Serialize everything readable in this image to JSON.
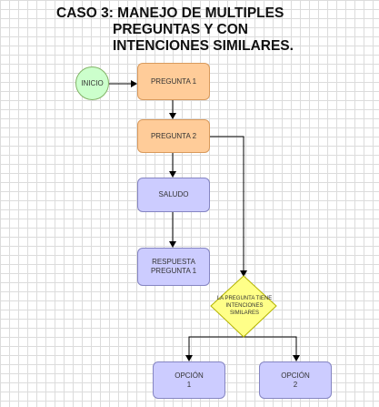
{
  "title": {
    "line1": "CASO 3: MANEJO DE MULTIPLES",
    "line2": "PREGUNTAS  Y CON",
    "line3": "INTENCIONES SIMILARES."
  },
  "nodes": {
    "start": "INICIO",
    "question1": "PREGUNTA 1",
    "question2": "PREGUNTA 2",
    "greeting": "SALUDO",
    "answer1_line1": "RESPUESTA",
    "answer1_line2": "PREGUNTA 1",
    "decision": "LA PREGUNTA TIENE INTENCIONES SIMILARES",
    "option1_line1": "OPCIÓN",
    "option1_line2": "1",
    "option2_line1": "OPCIÓN",
    "option2_line2": "2"
  },
  "colors": {
    "start_fill": "#ccffcc",
    "question_fill": "#ffcc99",
    "process_fill": "#ccccff",
    "decision_fill": "#ffff88",
    "connector": "#000000"
  }
}
